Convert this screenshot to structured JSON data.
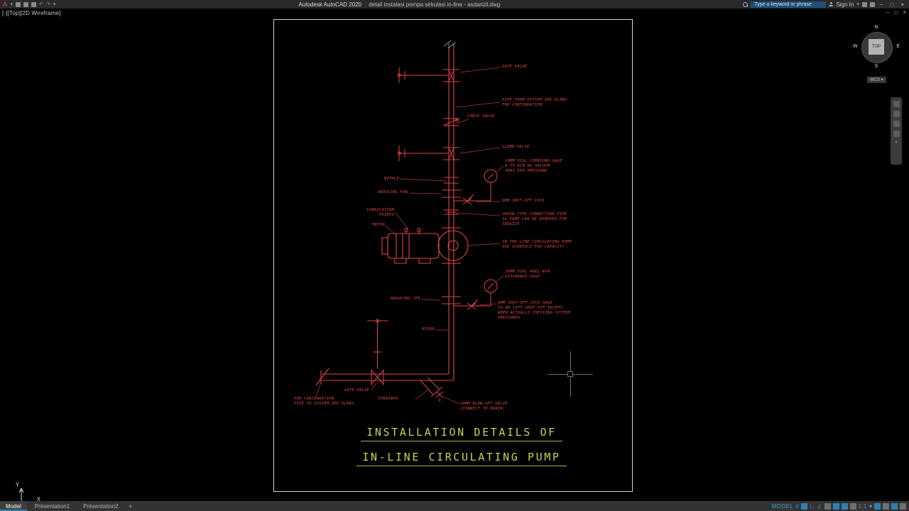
{
  "colors": {
    "red_lines": "#e04545",
    "label_red": "#e04848",
    "title_green": "#c9d24f",
    "status_blue": "#3f97c9"
  },
  "titlebar": {
    "app_name": "Autodesk AutoCAD 2020",
    "doc_name": "detail instalasi pompa sirkulasi in-line - asdarizil.dwg",
    "search_placeholder": "Type a keyword or phrase",
    "sign_in": "Sign In",
    "caret": "▾",
    "min": "−",
    "max": "□",
    "close": "×"
  },
  "docwindow": {
    "viewport_label": "[-][Top][2D Wireframe]",
    "min": "−",
    "restore": "□",
    "close": "×"
  },
  "viewcube": {
    "n": "N",
    "s": "S",
    "e": "E",
    "w": "W",
    "top": "TOP",
    "wcs": "WCS ▾"
  },
  "ucs": {
    "x": "X",
    "y": "Y"
  },
  "drawing": {
    "title_line1": "INSTALLATION DETAILS OF",
    "title_line2": "IN-LINE CIRCULATING PUMP",
    "labels": [
      {
        "text": "GATE VALVE"
      },
      {
        "text": "PIPE FROM SYSTEM SEE PLANS\nFOR CONTINUATION"
      },
      {
        "text": "CHECK VALVE"
      },
      {
        "text": "GLOBE VALVE"
      },
      {
        "text": "20MM DIAL COMPOUND GAGE\n0-75-KCM HG VACUUM\n4061 KPA PRESSURE"
      },
      {
        "text": "6MM SHUT-OFF COCK"
      },
      {
        "text": "UNION TYPE CONNECTION PIPE\nSO PUMP CAN BE REMOVED FOR\nSERVICE"
      },
      {
        "text": "IN-THE-LINE CIRCULATING PUMP\nSEE SCHEDULE FOR CAPACITY ."
      },
      {
        "text": "20MM DIAL 4061 KPA\nDISCHARGE GAGE"
      },
      {
        "text": "6MM SHUT-OFF COCK GAGE\nTO BE LEFT SHUT-OFF EXCEPT\nWHEN ACTUALLY CHECKING SYSTEM\nPRESSURES"
      },
      {
        "text": "20MM BLOW-OFF VALVE\n(CONNECT TO DRAIN)"
      },
      {
        "text": "NIPPLE"
      },
      {
        "text": "REDUCING FAN"
      },
      {
        "text": "LUBRICATION\nPOINTS"
      },
      {
        "text": "MOTOR"
      },
      {
        "text": "REDUCING TEE"
      },
      {
        "text": "RISER"
      },
      {
        "text": "GATE VALVE"
      },
      {
        "text": "FOR CONTINUATION\nPIPE TO SYSTEM SEE PLANS"
      },
      {
        "text": "STRAINER"
      }
    ]
  },
  "layout_tabs": {
    "model": "Model",
    "p1": "Présentation1",
    "p2": "Présentation2",
    "add": "+"
  },
  "statusbar": {
    "model_space": "MODEL",
    "grid_glyph": "#",
    "ortho_glyph": "∟",
    "polar_glyph": "∠",
    "scale": "1:1",
    "caret": "▾",
    "plus": "+"
  }
}
